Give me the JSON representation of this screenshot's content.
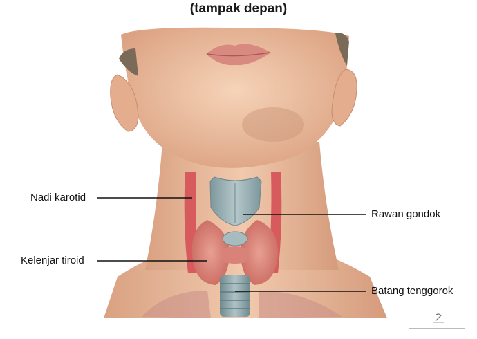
{
  "title": "(tampak depan)",
  "labels": {
    "carotid": "Nadi karotid",
    "thyroid_cartilage": "Rawan gondok",
    "thyroid_gland": "Kelenjar tiroid",
    "trachea": "Batang tenggorok"
  },
  "colors": {
    "skin": "#f0c4a4",
    "skin_shadow": "#d9a382",
    "lips": "#d98a80",
    "hair": "#7a6a58",
    "artery": "#d75a5c",
    "gland": "#d9827a",
    "cartilage": "#8fa9ae",
    "leader": "#111111"
  }
}
